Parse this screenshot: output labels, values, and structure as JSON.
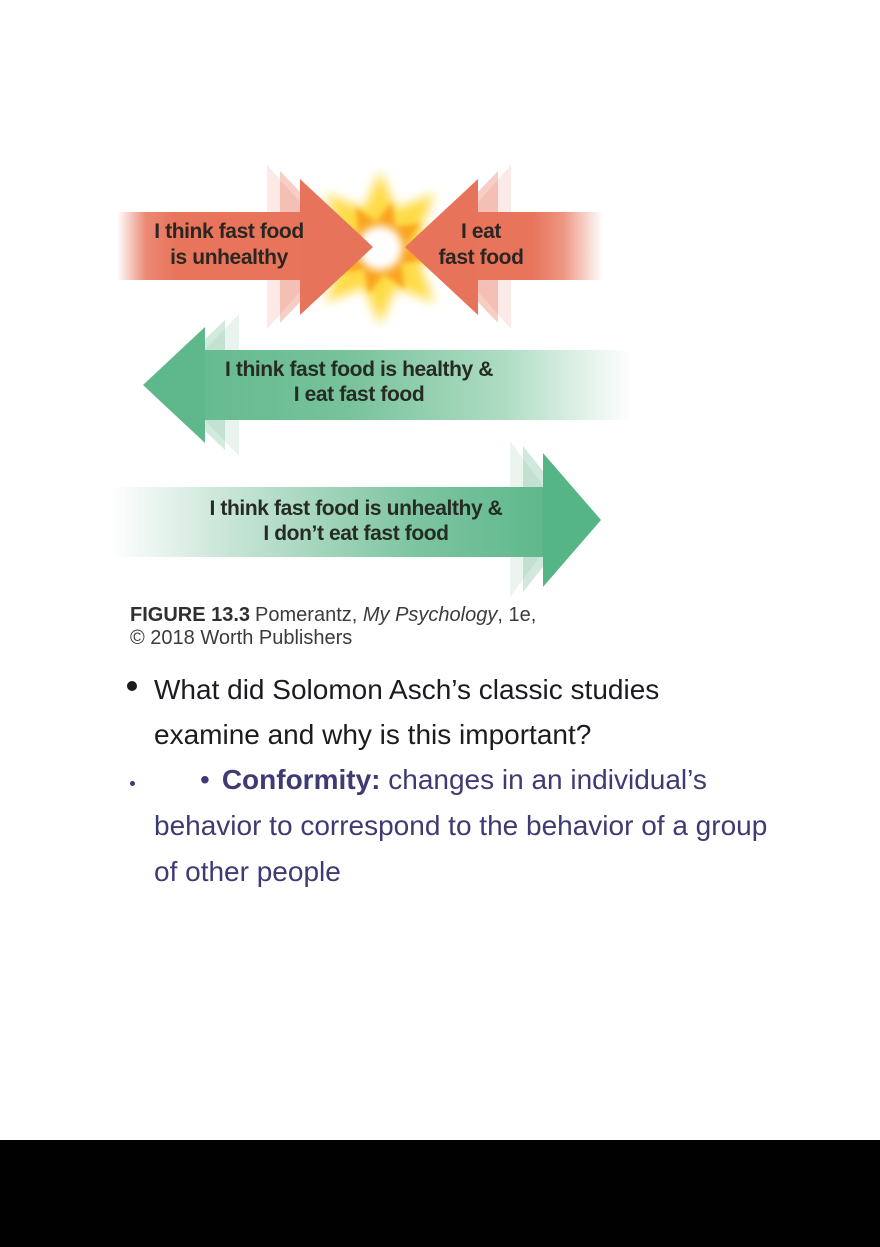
{
  "slide": {
    "figure": {
      "red_left_label": "I think fast food\nis unhealthy",
      "red_right_label": "I eat\nfast food",
      "green_left_label": "I think fast food is healthy &\nI eat fast food",
      "green_right_label": "I think fast food is unhealthy &\nI don’t eat fast food",
      "caption": {
        "figure_number": "FIGURE 13.3",
        "author": "Pomerantz, ",
        "book_title": "My Psychology",
        "edition": ", 1e,",
        "copyright_line": "© 2018 Worth Publishers"
      }
    },
    "bullets": {
      "question": "What did Solomon Asch’s classic studies examine and why is this important?",
      "sub_marker": "•",
      "term": "Conformity:",
      "definition": " changes in an individual’s behavior to correspond to the behavior of a group of other people"
    },
    "colors": {
      "red_arrow": "#E8735B",
      "green_arrow": "#5FB88C",
      "burst_yellow": "#FFD93C",
      "burst_orange": "#F9A01B",
      "question_text": "#1B1B22",
      "definition_text": "#3E3A73",
      "caption_text": "#3B3B3B",
      "letterbox": "#010101"
    }
  }
}
